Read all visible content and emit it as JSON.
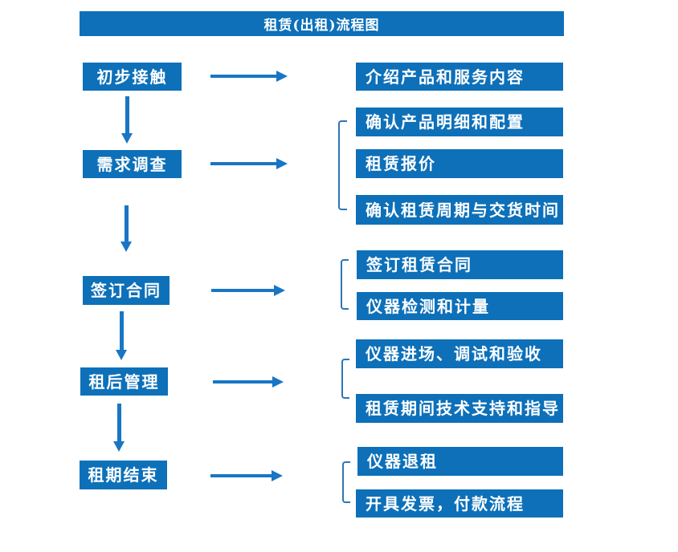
{
  "title": "租赁(出租)流程图",
  "colors": {
    "box_blue": "#0d70b9",
    "arrow_blue": "#1876c4",
    "bracket_blue": "#2e75b6",
    "text_white": "#ffffff"
  },
  "steps": [
    {
      "label": "初步接触",
      "outputs": [
        "介绍产品和服务内容"
      ]
    },
    {
      "label": "需求调查",
      "outputs": [
        "确认产品明细和配置",
        "租赁报价",
        "确认租赁周期与交货时间"
      ]
    },
    {
      "label": "签订合同",
      "outputs": [
        "签订租赁合同",
        "仪器检测和计量"
      ]
    },
    {
      "label": "租后管理",
      "outputs": [
        "仪器进场、调试和验收",
        "租赁期间技术支持和指导"
      ]
    },
    {
      "label": "租期结束",
      "outputs": [
        "仪器退租",
        "开具发票，付款流程"
      ]
    }
  ]
}
